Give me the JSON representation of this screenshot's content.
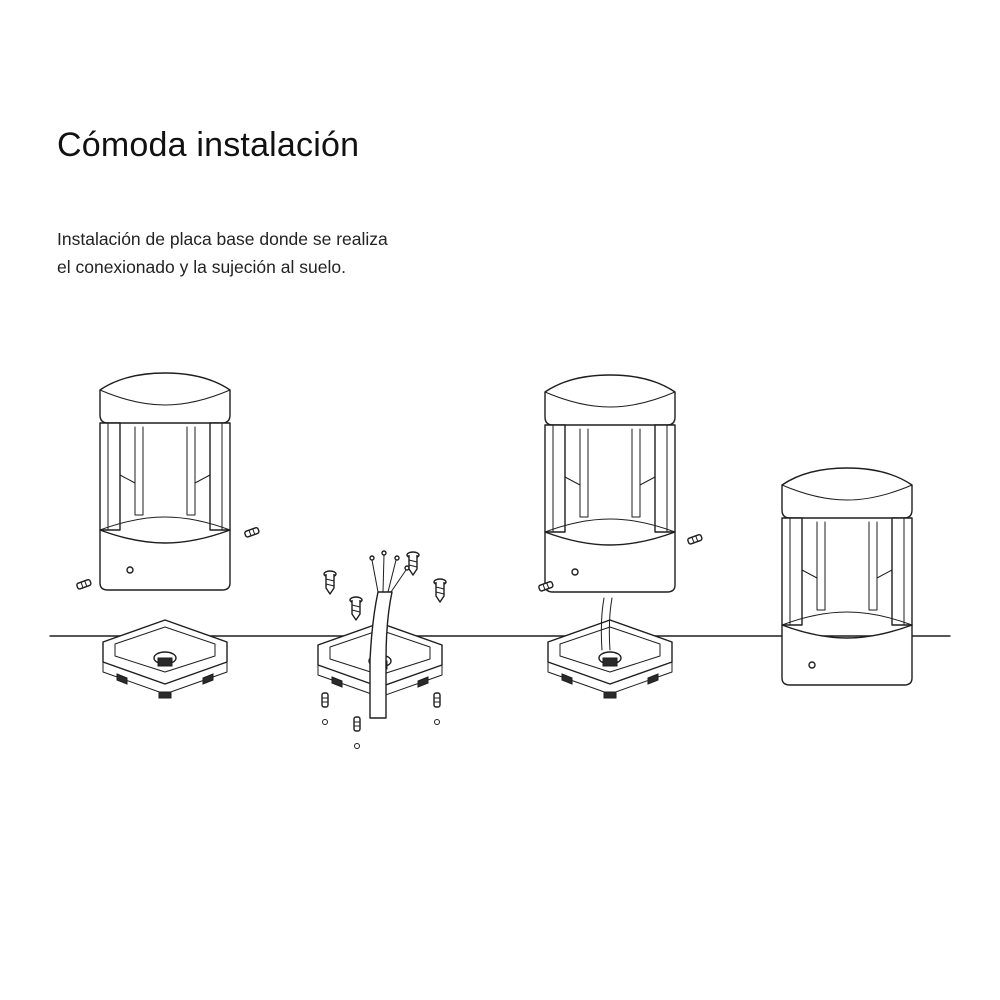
{
  "heading": {
    "title": "Cómoda instalación",
    "description_line1": "Instalación de placa base donde se realiza",
    "description_line2": "el conexionado y la sujeción al suelo."
  },
  "colors": {
    "ink": "#1e1e1e",
    "background": "#ffffff"
  },
  "steps": [
    {
      "name": "lamp-above-base"
    },
    {
      "name": "base-wiring-and-anchors"
    },
    {
      "name": "lamp-connected-to-base"
    },
    {
      "name": "lamp-installed"
    }
  ]
}
